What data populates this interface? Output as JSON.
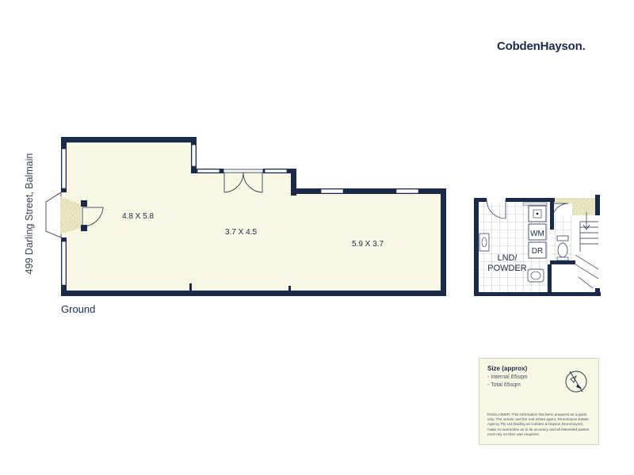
{
  "brand": {
    "name": "CobdenHayson."
  },
  "address": "499 Darling Street, Balmain",
  "floor": {
    "label": "Ground"
  },
  "rooms": [
    {
      "label": "4.8 X 5.8"
    },
    {
      "label": "3.7 X 4.5"
    },
    {
      "label": "5.9 X 3.7"
    }
  ],
  "rear": {
    "laundry_label_line1": "LND/",
    "laundry_label_line2": "POWDER",
    "wm": "WM",
    "dr": "DR"
  },
  "info": {
    "title": "Size (approx)",
    "internal": "- Internal 65sqm",
    "total": "- Total 65sqm",
    "disclaimer": "DISCLAIMER: This information has been prepared as a guide only. The vendor and the real estate agent, Drummoyne Estate Agency Pty Ltd (trading as Cobden & Hayson Drummoyne), make no warranties as to its accuracy and all interested parties must rely on their own enquiries."
  },
  "colors": {
    "wall": "#1c2a4a",
    "floor": "#f8f7e4",
    "landing": "#e8e6c2",
    "tile": "#9aa0aa"
  }
}
